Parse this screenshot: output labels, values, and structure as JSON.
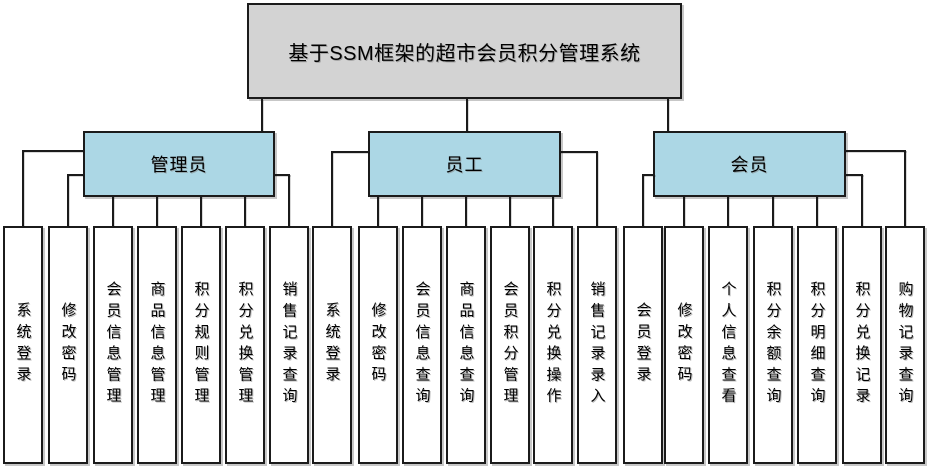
{
  "title": "基于SSM框架的超市会员积分管理系统",
  "groups": [
    {
      "label": "管理员",
      "children": [
        "系统登录",
        "修改密码",
        "会员信息管理",
        "商品信息管理",
        "积分规则管理",
        "积分兑换管理",
        "销售记录查询"
      ]
    },
    {
      "label": "员工",
      "children": [
        "系统登录",
        "修改密码",
        "会员信息查询",
        "商品信息查询",
        "会员积分管理",
        "积分兑换操作",
        "销售记录录入"
      ]
    },
    {
      "label": "会员",
      "children": [
        "会员登录",
        "修改密码",
        "个人信息查看",
        "积分余额查询",
        "积分明细查询",
        "积分兑换记录",
        "购物记录查询"
      ]
    }
  ],
  "colors": {
    "background": "#ffffff",
    "root_fill": "#d3d3d3",
    "branch_fill": "#acd7e5",
    "leaf_fill": "#ffffff",
    "border": "#1b1b1b",
    "connector": "#1b1b1b"
  }
}
